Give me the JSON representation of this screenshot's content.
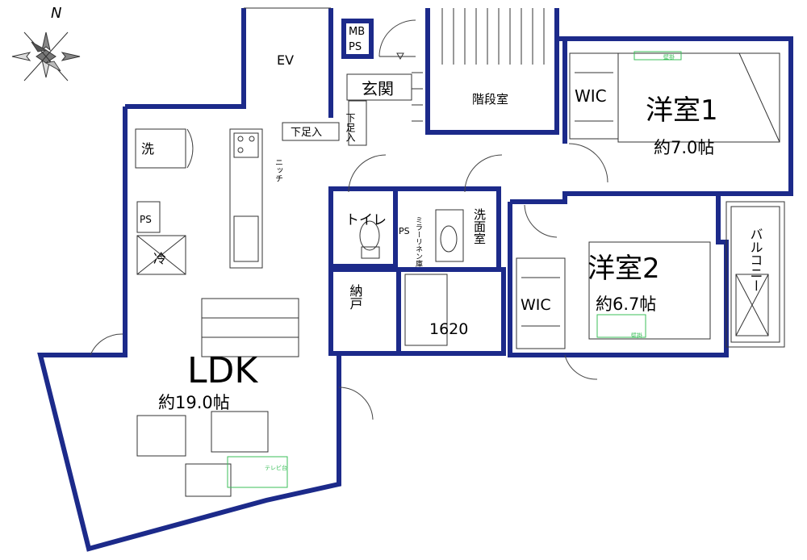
{
  "north_label": "N",
  "rooms": {
    "ev": "EV",
    "mbps_1": "MB",
    "mbps_2": "PS",
    "genkan": "玄関",
    "kaidan": "階段室",
    "wic1": "WIC",
    "yoshitsu1_name": "洋室1",
    "yoshitsu1_size": "約7.0帖",
    "wash": "洗",
    "shitabako_1": "下足入",
    "shitabako_2": "下足入",
    "niche": "ニッチ",
    "ps_kitchen": "PS",
    "rei": "冷",
    "toilet": "トイレ",
    "ps_bath": "PS",
    "mirror": "ミラーリネン庫",
    "senmen": "洗面室",
    "balcony": "バルコニー",
    "yoshitsu2_name": "洋室2",
    "yoshitsu2_size": "約6.7帖",
    "wic2": "WIC",
    "nando": "納戸",
    "bath": "1620",
    "ldk_name": "LDK",
    "ldk_size": "約19.0帖",
    "shunou1": "壁掛",
    "shunou2": "壁掛",
    "shunou3": "テレビ台"
  },
  "colors": {
    "wall": "#1c2a8a",
    "line": "#333333",
    "note": "#3bbf5a"
  }
}
